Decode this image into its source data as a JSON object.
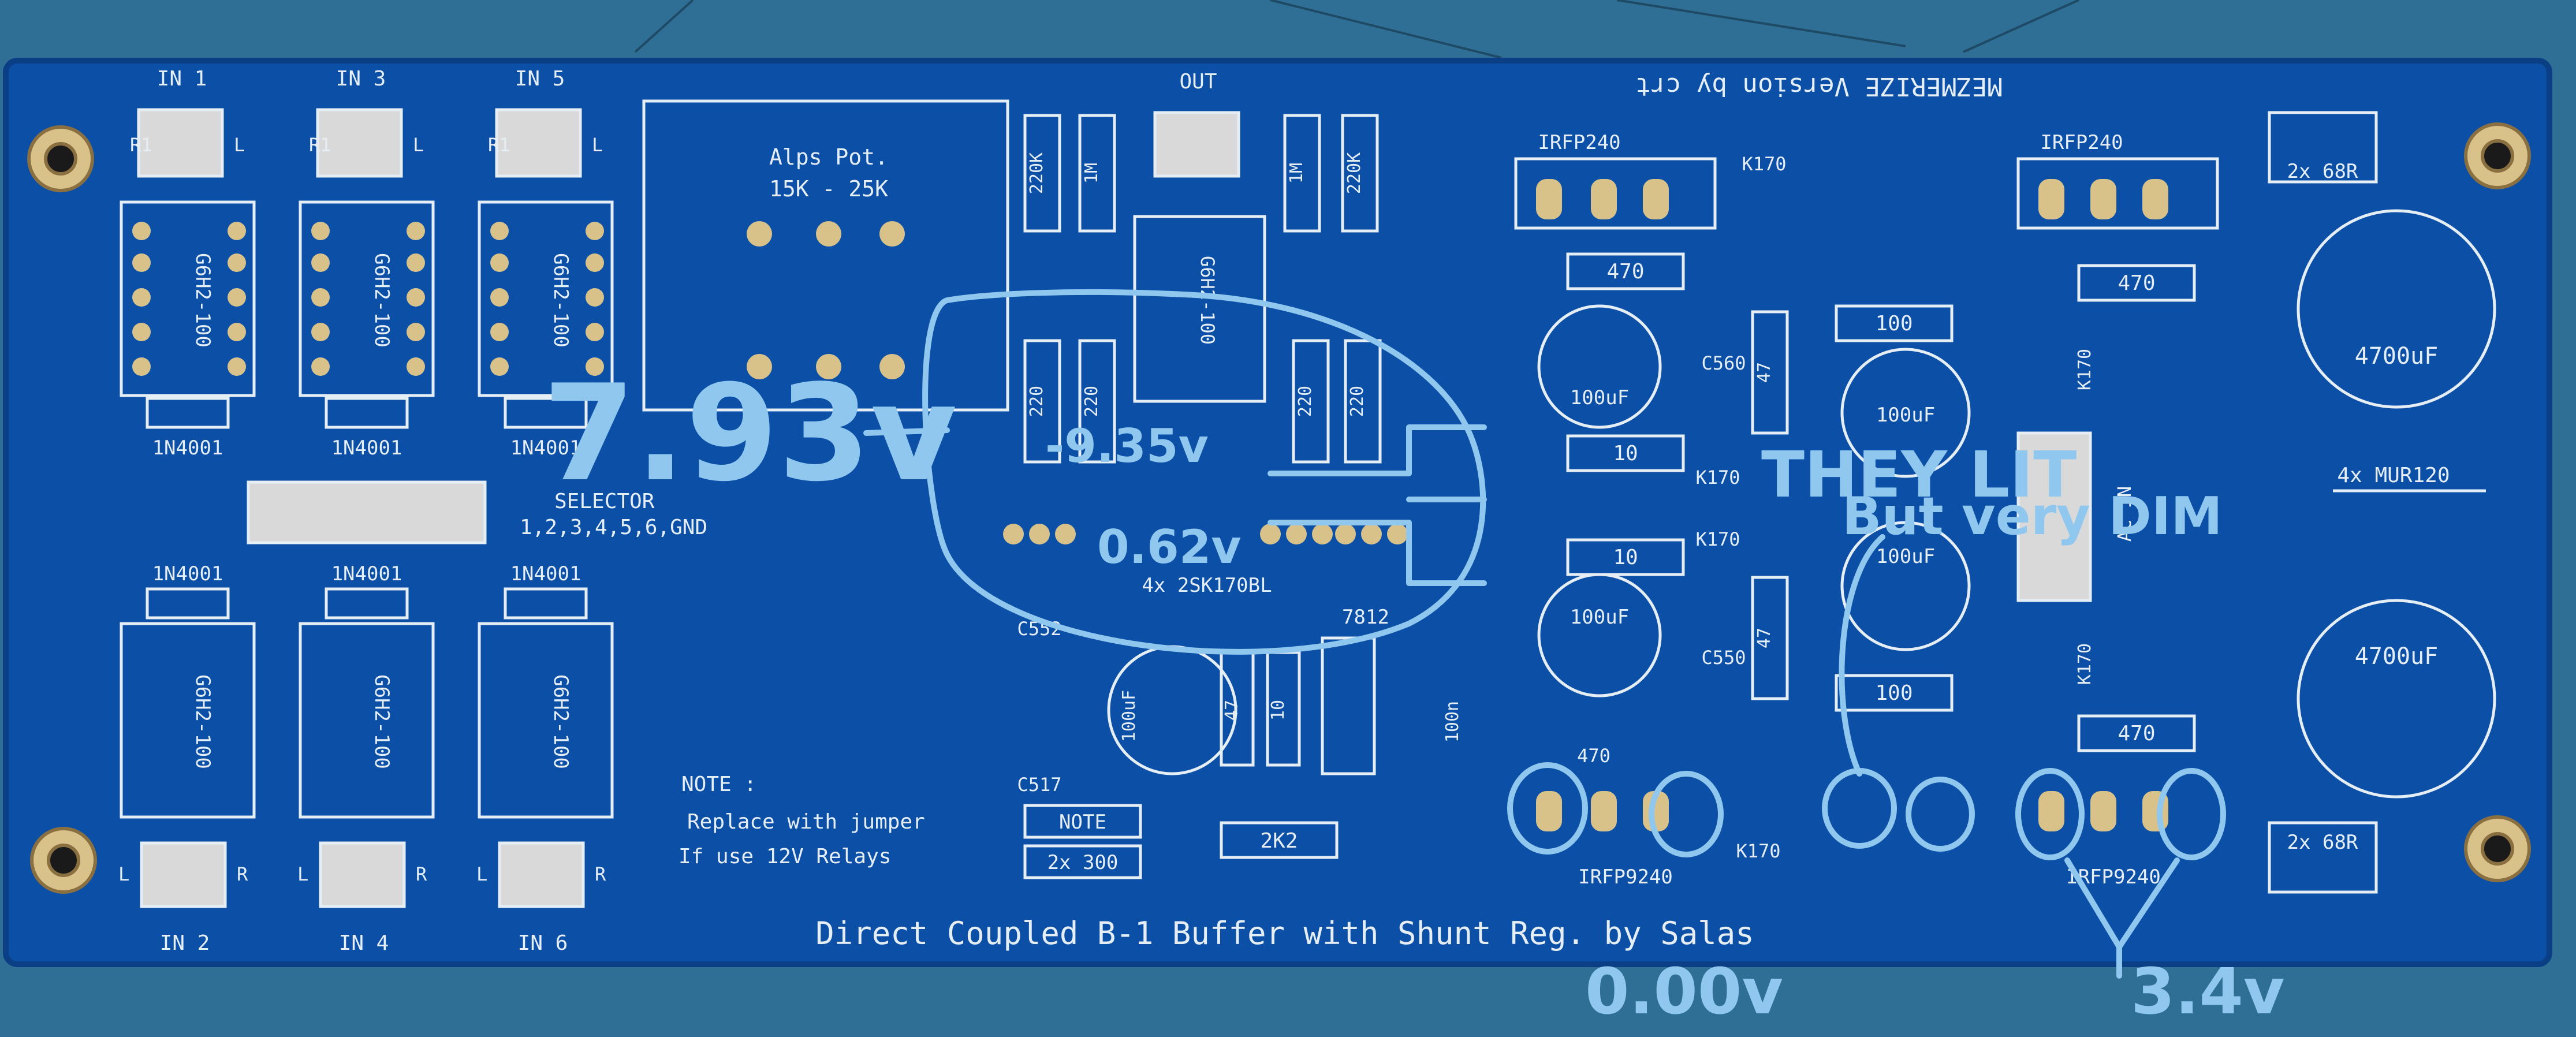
{
  "colors": {
    "pcb": "#0b4fa6",
    "mat": "#2f6f95",
    "silk": "#e6eef5",
    "pad": "#d8c28a",
    "annotation": "#8fc7ee"
  },
  "board": {
    "header_title": "MEZMERIZE Version by crt",
    "footer_title": "Direct Coupled B-1 Buffer with Shunt Reg. by Salas",
    "inputs": {
      "in1": "IN 1",
      "in2": "IN 2",
      "in3": "IN 3",
      "in4": "IN 4",
      "in5": "IN 5",
      "in6": "IN 6",
      "out": "OUT"
    },
    "relay": "G6H2-100",
    "diode": "1N4001",
    "pot_line1": "Alps Pot.",
    "pot_line2": "15K - 25K",
    "selector_line1": "SELECTOR",
    "selector_line2": "1,2,3,4,5,6,GND",
    "note_line1": "NOTE :",
    "note_line2": "Replace with jumper",
    "note_line3": "If use 12V Relays",
    "note_box": "NOTE",
    "jfets": "4x 2SK170BL",
    "regulator": "7812",
    "mosfet_n": "IRFP240",
    "mosfet_p": "IRFP9240",
    "k170": "K170",
    "cap_big": "4700uF",
    "cap_small": "100uF",
    "res_68": "2x 68R",
    "res_300": "2x 300",
    "mur": "4x MUR120",
    "res_220k": "220K",
    "res_1m": "1M",
    "res_220": "220",
    "res_470": "470",
    "res_100": "100",
    "res_10": "10",
    "res_47": "47",
    "res_2k2": "2K2",
    "res_10b": "10",
    "cap_100n": "100n",
    "c560": "C560",
    "c550": "C550",
    "c517": "C517",
    "c552": "C552",
    "acin": "AC IN",
    "lr_l": "L",
    "lr_r": "R",
    "r1": "R1"
  },
  "annotations": {
    "v1": "7.93v",
    "v2": "-9.35v",
    "v3": "0.62v",
    "v4": "0.00v",
    "v5": "3.4v",
    "note1": "THEY LIT",
    "note2": "But very DIM"
  }
}
